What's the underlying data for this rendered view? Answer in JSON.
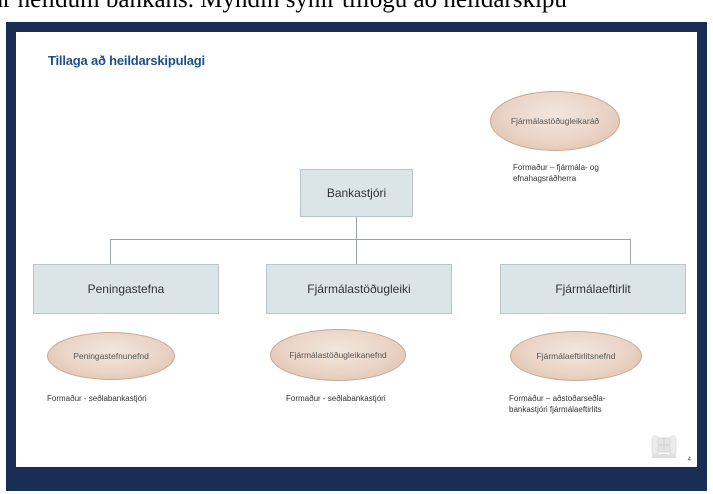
{
  "top_text": "ar heildum bankans. Myndin sýnir tillögu að heildarskipu",
  "slide": {
    "title": "Tillaga að heildarskipulagi",
    "page_number": "4"
  },
  "chart_data": {
    "type": "org-chart",
    "root": {
      "label": "Bankastjóri"
    },
    "advisory": {
      "label": "Fjármálastöðugleikaráð",
      "note": [
        "Formaður – fjármála- og",
        "efnahagsráðherra"
      ]
    },
    "departments": [
      {
        "label": "Peningastefna",
        "committee": "Peningastefnunefnd",
        "note": [
          "Formaður - seðlabankastjóri"
        ]
      },
      {
        "label": "Fjármálastöðugleiki",
        "committee": "Fjármálastöðugleikanefnd",
        "note": [
          "Formaður - seðlabankastjóri"
        ]
      },
      {
        "label": "Fjármálaeftirlit",
        "committee": "Fjármálaeftirlitsnefnd",
        "note": [
          "Formaður – aðstoðarseðla-",
          "bankastjóri fjármálaeftirlits"
        ]
      }
    ]
  },
  "colors": {
    "frame": "#1a2e55",
    "box_fill": "#dbe4e7",
    "ellipse_fill": "#ead4c6",
    "title": "#1f4e8c"
  }
}
